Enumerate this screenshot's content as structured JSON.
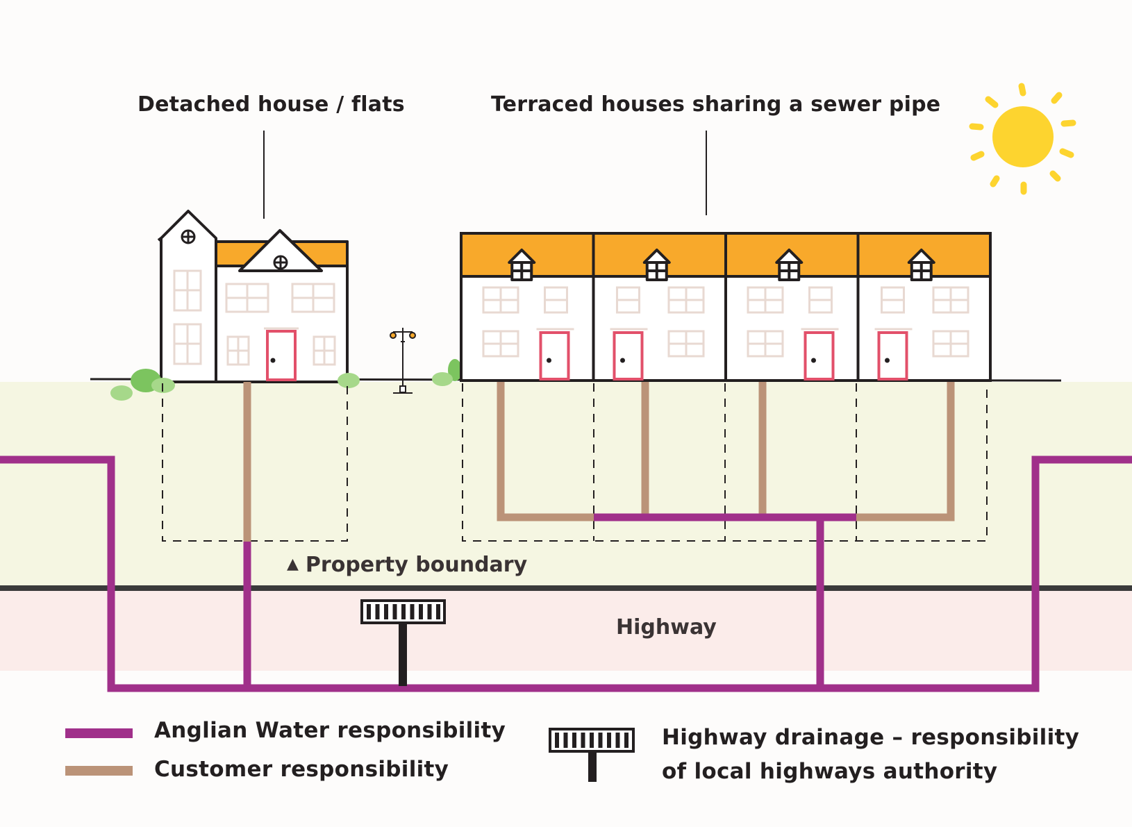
{
  "titles": {
    "detached": "Detached house / flats",
    "terraced": "Terraced houses sharing a sewer pipe"
  },
  "zones": {
    "property_boundary": "Property boundary",
    "property_boundary_marker": "▲",
    "highway": "Highway"
  },
  "legend": {
    "anglian": "Anglian Water responsibility",
    "customer": "Customer responsibility",
    "drainage_line1": "Highway drainage – responsibility",
    "drainage_line2": "of local highways authority"
  },
  "colors": {
    "anglian_pipe": "#a0308a",
    "customer_pipe": "#bb9378",
    "roof": "#f8a92b",
    "door": "#e2506a",
    "sun": "#fdd42f",
    "garden": "#f5f6e2",
    "highway": "#fbecea",
    "outline": "#231f20",
    "bush_dark": "#7cc45f",
    "bush_light": "#a6d88a"
  },
  "terraced_house_count": 4
}
